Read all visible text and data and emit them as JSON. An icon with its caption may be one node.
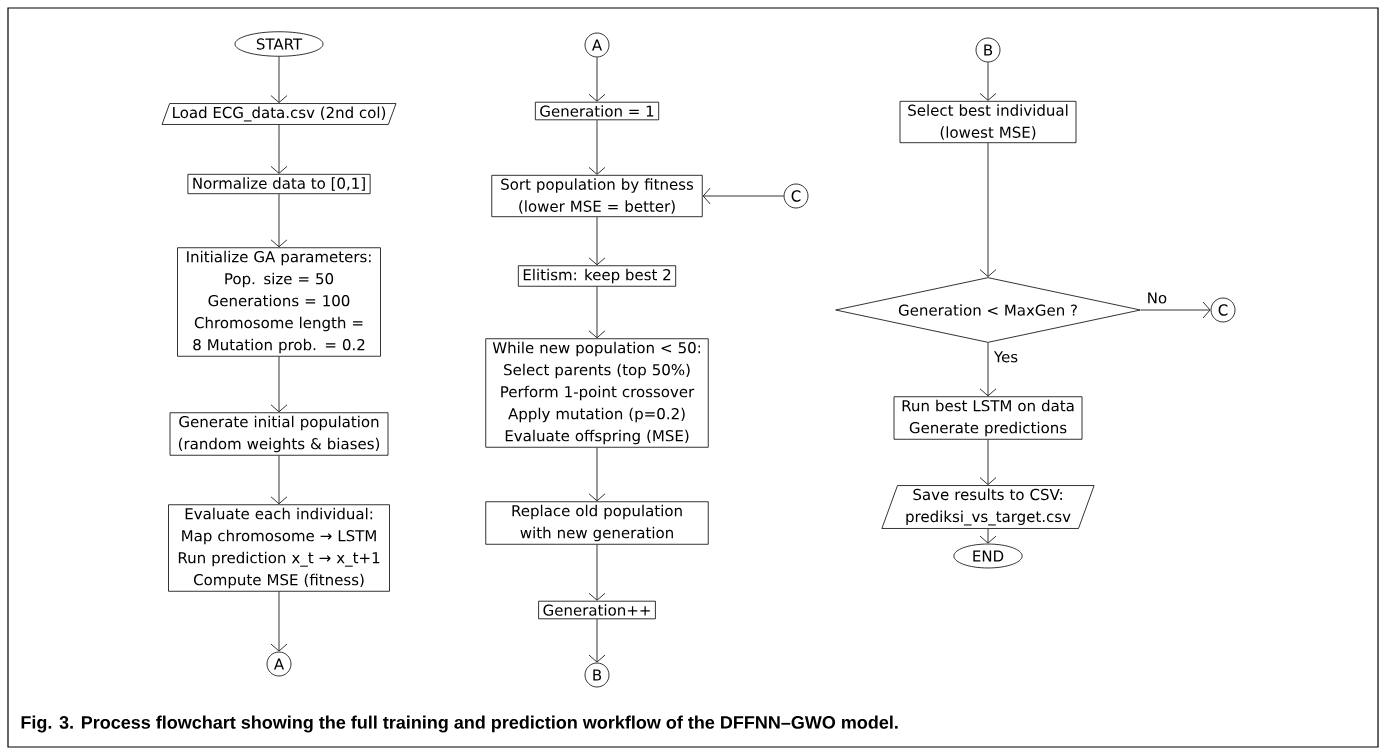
{
  "diagram": {
    "caption": "Fig. 3. Process flowchart showing the full training and prediction workflow of the DFFNN–GWO model.",
    "nodes": [
      {
        "text": [
          "START"
        ]
      },
      {
        "text": [
          "Load ECG_data.csv (2nd col)"
        ]
      },
      {
        "text": [
          "Normalize data to [0,1]"
        ]
      },
      {
        "text": [
          "Initialize GA parameters: Pop. size = 50 Generations = 100 Chromosome length = 8 Mutation prob. = 0.2"
        ]
      },
      {
        "text": [
          "Generate initial population (random weights & biases)"
        ]
      },
      {
        "text": [
          "Evaluate each individual: Map chromosome → LSTM Run prediction x_t → x_t+1 Compute MSE (fitness)"
        ]
      },
      {
        "text": [
          "A"
        ]
      },
      {
        "text": [
          "A"
        ]
      },
      {
        "text": [
          "Generation = 1"
        ]
      },
      {
        "text": [
          "Sort population by fitness (lower MSE = better)"
        ]
      },
      {
        "text": [
          "C"
        ]
      },
      {
        "text": [
          "Elitism: keep best 2"
        ]
      },
      {
        "text": [
          "While new population < 50: Select parents (top 50%) Perform 1-point crossover Apply mutation (p=0.2) Evaluate offspring (MSE)"
        ]
      },
      {
        "text": [
          "Replace old population with new generation"
        ]
      },
      {
        "text": [
          "Generation++"
        ]
      },
      {
        "text": [
          "B"
        ]
      },
      {
        "text": [
          "B"
        ]
      },
      {
        "text": [
          "Select best individual (lowest MSE)"
        ]
      },
      {
        "text": [
          "Generation < MaxGen ?"
        ]
      },
      {
        "text": [
          "C"
        ]
      },
      {
        "text": [
          "Run best LSTM on data Generate predictions"
        ]
      },
      {
        "text": [
          "Save results to CSV: prediksi_vs_target.csv"
        ]
      },
      {
        "text": [
          "END"
        ]
      }
    ],
    "edges": [
      {
        "from": 0,
        "to": 1,
        "arrow": "to"
      },
      {
        "from": 1,
        "to": 2,
        "arrow": "to"
      },
      {
        "from": 2,
        "to": 3,
        "arrow": "to"
      },
      {
        "from": 3,
        "to": 4,
        "arrow": "to"
      },
      {
        "from": 4,
        "to": 5,
        "arrow": "to"
      },
      {
        "from": 5,
        "to": 6,
        "arrow": "to"
      },
      {
        "from": 7,
        "to": 8,
        "arrow": "to"
      },
      {
        "from": 8,
        "to": 9,
        "arrow": "to"
      },
      {
        "from": 10,
        "to": 9,
        "arrow": "to"
      },
      {
        "from": 9,
        "to": 11,
        "arrow": "to"
      },
      {
        "from": 11,
        "to": 12,
        "arrow": "to"
      },
      {
        "from": 12,
        "to": 13,
        "arrow": "to"
      },
      {
        "from": 13,
        "to": 14,
        "arrow": "to"
      },
      {
        "from": 14,
        "to": 15,
        "arrow": "to"
      },
      {
        "from": 16,
        "to": 17,
        "arrow": "to"
      },
      {
        "from": 17,
        "to": 18,
        "arrow": "to"
      },
      {
        "from": 18,
        "to": 19,
        "arrow": "to",
        "label": "No"
      },
      {
        "from": 18,
        "to": 20,
        "arrow": "to",
        "label": "Yes"
      },
      {
        "from": 20,
        "to": 21,
        "arrow": "to"
      },
      {
        "from": 21,
        "to": 22,
        "arrow": "to"
      }
    ]
  }
}
